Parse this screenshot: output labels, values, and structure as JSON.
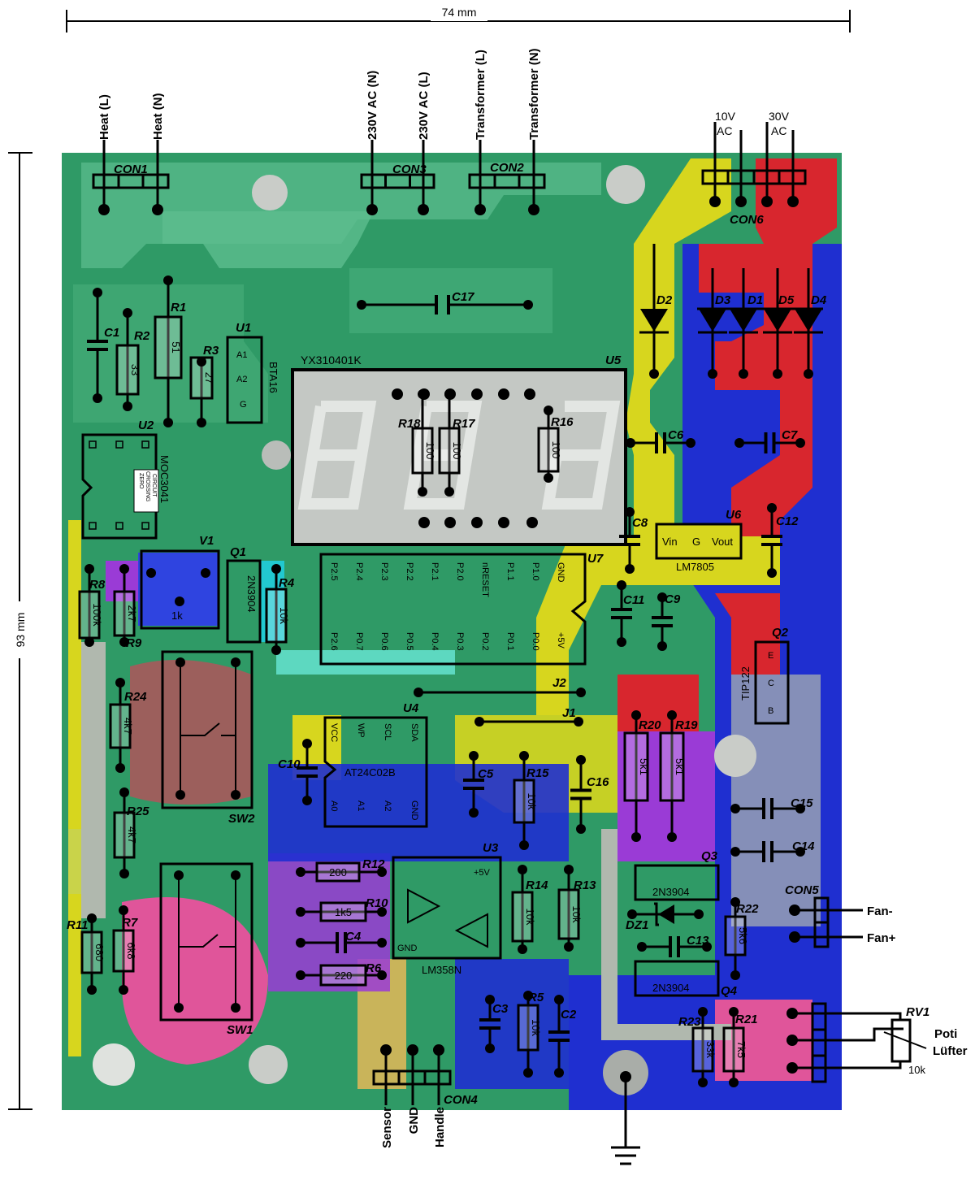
{
  "dimensions": {
    "width_label": "74 mm",
    "height_label": "93 mm"
  },
  "connectors": {
    "con1": {
      "name": "CON1",
      "pins": [
        "Heat (L)",
        "Heat (N)"
      ]
    },
    "con3": {
      "name": "CON3",
      "pins": [
        "230V AC (N)",
        "230V AC (L)"
      ]
    },
    "con2": {
      "name": "CON2",
      "pins": [
        "Transformer (L)",
        "Transformer (N)"
      ]
    },
    "con6": {
      "name": "CON6",
      "pins": [
        "10V AC",
        "30V AC"
      ],
      "line1": [
        "10V",
        "30V"
      ],
      "line2": [
        "AC",
        "AC"
      ]
    },
    "con4": {
      "name": "CON4",
      "pins": [
        "Sensor",
        "GND",
        "Handle"
      ]
    },
    "con5": {
      "name": "CON5",
      "pins": [
        "Fan-",
        "Fan+"
      ]
    },
    "rv1": {
      "name": "RV1",
      "value": "10k",
      "label1": "Poti",
      "label2": "Lüfter"
    }
  },
  "display": {
    "part": "YX310401K",
    "ref": "U5"
  },
  "ics": {
    "u1": {
      "ref": "U1",
      "part": "BTA16",
      "pins": [
        "A1",
        "A2",
        "G"
      ]
    },
    "u2": {
      "ref": "U2",
      "part": "MOC3041",
      "note": [
        "ZERO",
        "CROSSING",
        "CIRCUIT"
      ]
    },
    "u3": {
      "ref": "U3",
      "part": "LM358N",
      "pins": [
        "+5V",
        "GND"
      ]
    },
    "u4": {
      "ref": "U4",
      "part": "AT24C02B",
      "top_pins": [
        "VCC",
        "WP",
        "SCL",
        "SDA"
      ],
      "bottom_pins": [
        "A0",
        "A1",
        "A2",
        "GND"
      ]
    },
    "u6": {
      "ref": "U6",
      "part": "LM7805",
      "pins": [
        "Vin",
        "G",
        "Vout"
      ]
    },
    "u7": {
      "ref": "U7",
      "top_pins": [
        "P2.5",
        "P2.4",
        "P2.3",
        "P2.2",
        "P2.1",
        "P2.0",
        "nRESET",
        "P1.1",
        "P1.0",
        "GND"
      ],
      "bottom_pins": [
        "P2.6",
        "P0.7",
        "P0.6",
        "P0.5",
        "P0.4",
        "P0.3",
        "P0.2",
        "P0.1",
        "P0.0",
        "+5V"
      ]
    }
  },
  "transistors": {
    "q1": {
      "ref": "Q1",
      "part": "2N3904"
    },
    "q2": {
      "ref": "Q2",
      "part": "TIP122",
      "pins": [
        "E",
        "C",
        "B"
      ]
    },
    "q3": {
      "ref": "Q3",
      "part": "2N3904"
    },
    "q4": {
      "ref": "Q4",
      "part": "2N3904"
    }
  },
  "resistors": [
    {
      "ref": "R1",
      "value": "51"
    },
    {
      "ref": "R2",
      "value": "33"
    },
    {
      "ref": "R3",
      "value": "27"
    },
    {
      "ref": "R4",
      "value": "10k"
    },
    {
      "ref": "R5",
      "value": "10k"
    },
    {
      "ref": "R6",
      "value": "220"
    },
    {
      "ref": "R7",
      "value": "6k8"
    },
    {
      "ref": "R8",
      "value": "100k"
    },
    {
      "ref": "R9",
      "value": "2k7"
    },
    {
      "ref": "R10",
      "value": "1k5"
    },
    {
      "ref": "R11",
      "value": "680"
    },
    {
      "ref": "R12",
      "value": "200"
    },
    {
      "ref": "R13",
      "value": "10k"
    },
    {
      "ref": "R14",
      "value": "10k"
    },
    {
      "ref": "R15",
      "value": "10k"
    },
    {
      "ref": "R16",
      "value": "100"
    },
    {
      "ref": "R17",
      "value": "100"
    },
    {
      "ref": "R18",
      "value": "100"
    },
    {
      "ref": "R19",
      "value": "5k1"
    },
    {
      "ref": "R20",
      "value": "5k1"
    },
    {
      "ref": "R21",
      "value": "7k5"
    },
    {
      "ref": "R22",
      "value": "5k6"
    },
    {
      "ref": "R23",
      "value": "33k"
    },
    {
      "ref": "R24",
      "value": "4k7"
    },
    {
      "ref": "R25",
      "value": "4k7"
    }
  ],
  "capacitors": [
    "C1",
    "C2",
    "C3",
    "C4",
    "C5",
    "C6",
    "C7",
    "C8",
    "C9",
    "C10",
    "C11",
    "C12",
    "C13",
    "C14",
    "C15",
    "C16",
    "C17"
  ],
  "diodes": [
    "D1",
    "D2",
    "D3",
    "D4",
    "D5",
    "DZ1"
  ],
  "others": {
    "v1": {
      "ref": "V1",
      "value": "1k"
    },
    "sw1": "SW1",
    "sw2": "SW2",
    "j1": "J1",
    "j2": "J2"
  },
  "colors": {
    "board": "#2f9a66",
    "blue": "#1f2fd0",
    "red": "#d8262e",
    "yellow": "#d7d61e",
    "purple": "#9a3bd6",
    "pink": "#e0559a",
    "gray": "#b0b8ae"
  }
}
